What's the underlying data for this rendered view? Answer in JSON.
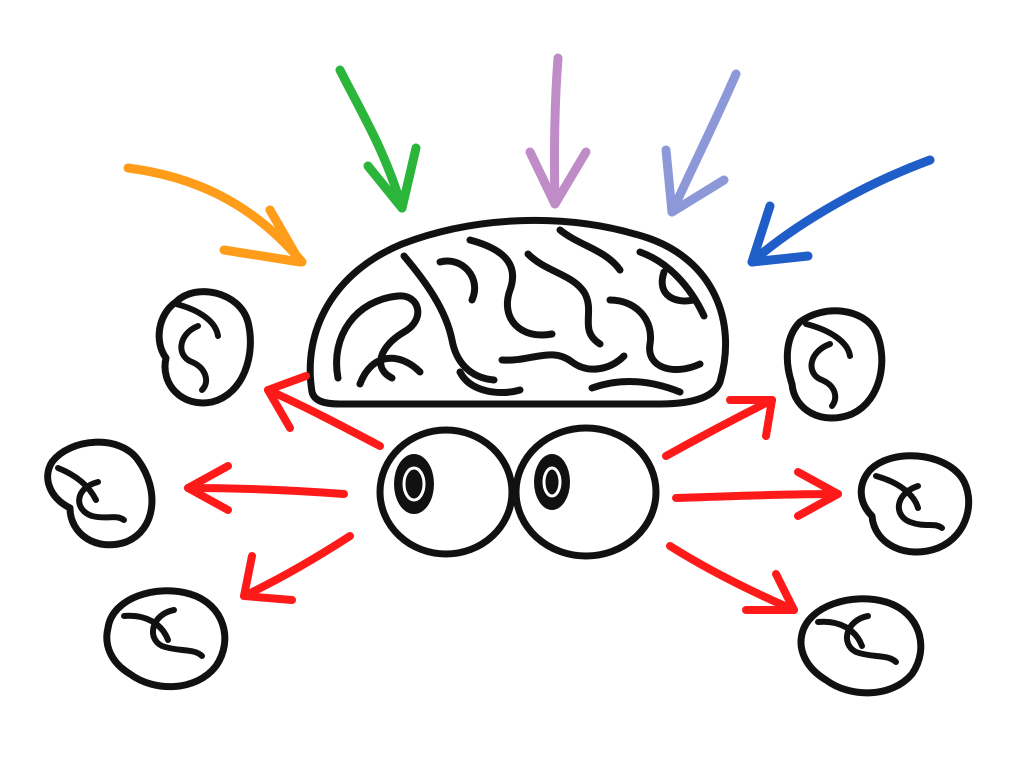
{
  "scene": {
    "subject": "brain-with-eyes",
    "icons": {
      "brain": "brain-icon",
      "eye": "eye-icon",
      "ear": "ear-icon",
      "arrow": "arrow-icon"
    },
    "counts": {
      "incoming_arrows": 5,
      "outgoing_arrows": 6,
      "ears": 6,
      "eyes": 2
    }
  },
  "colors": {
    "background": "#ffffff",
    "outline": "#111111",
    "brain_fill": "#f0979a",
    "ear_fill": "#f7c99c",
    "eye_fill": "#ffffff",
    "outgoing_arrow": "#ff1a1a",
    "incoming_arrows": [
      "#ff9c1a",
      "#2bb53a",
      "#c08cc8",
      "#8c98d8",
      "#1f5ec8"
    ]
  }
}
